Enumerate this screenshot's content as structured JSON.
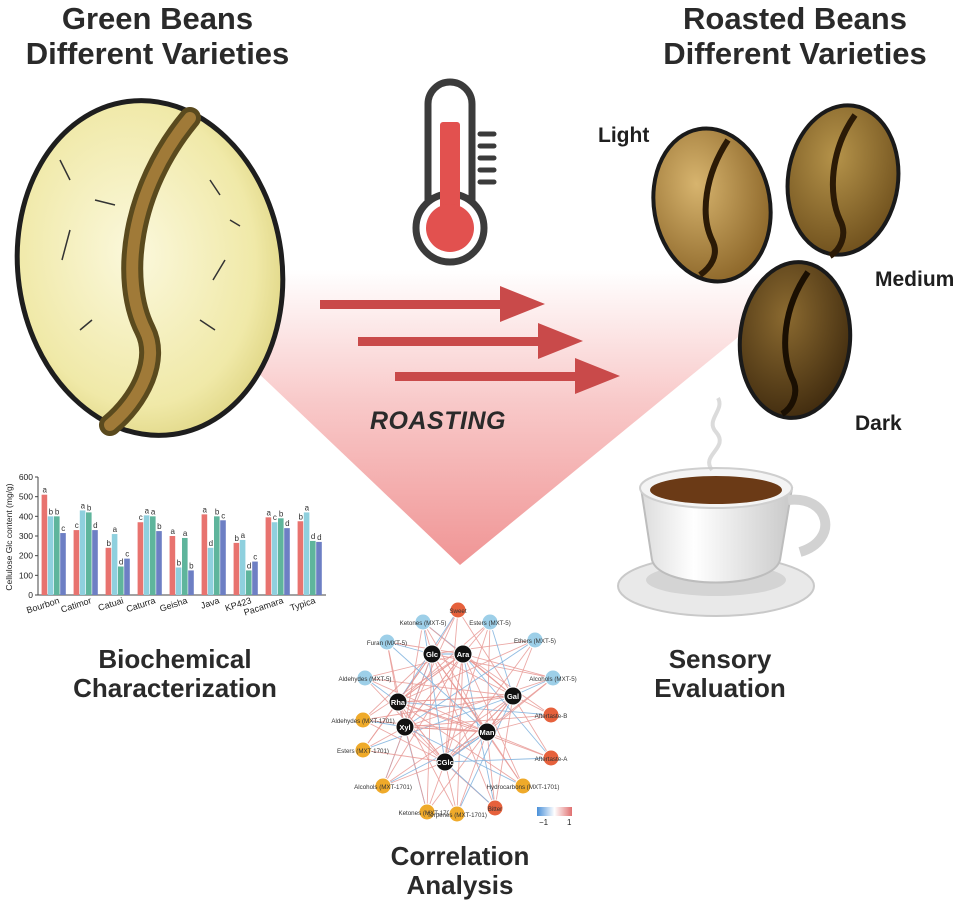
{
  "headings": {
    "green_line1": "Green Beans",
    "green_line2": "Different Varieties",
    "roasted_line1": "Roasted Beans",
    "roasted_line2": "Different Varieties",
    "roasting": "ROASTING",
    "biochem_line1": "Biochemical",
    "biochem_line2": "Characterization",
    "sensory_line1": "Sensory",
    "sensory_line2": "Evaluation",
    "correlation_line1": "Correlation",
    "correlation_line2": "Analysis"
  },
  "roast_levels": {
    "light": "Light",
    "medium": "Medium",
    "dark": "Dark"
  },
  "colors": {
    "green_bean": "#f2ecb0",
    "light_roast": "#b08a3e",
    "medium_roast": "#8f6d2c",
    "dark_roast": "#5e4218",
    "arrow": "#c94a4a",
    "thermometer": "#e2514f"
  },
  "icons": [
    "thermometer-icon",
    "coffee-cup-icon"
  ],
  "chart_data": {
    "type": "bar",
    "ylabel": "Cellulose Glc content (mg/g)",
    "ylim": [
      0,
      600
    ],
    "yticks": [
      "0",
      "100",
      "200",
      "300",
      "400",
      "500",
      "600"
    ],
    "categories": [
      "Bourbon",
      "Catimor",
      "Catuai",
      "Caturra",
      "Geisha",
      "Java",
      "KP423",
      "Pacamara",
      "Typica"
    ],
    "colors": [
      "#e8736f",
      "#8fd0de",
      "#5fb59c",
      "#6d7fc4"
    ],
    "series": [
      {
        "values": [
          510,
          330,
          240,
          370,
          300,
          410,
          265,
          395,
          375
        ]
      },
      {
        "values": [
          400,
          430,
          310,
          405,
          140,
          240,
          280,
          370,
          420
        ]
      },
      {
        "values": [
          400,
          420,
          145,
          400,
          290,
          400,
          125,
          390,
          275
        ]
      },
      {
        "values": [
          315,
          330,
          185,
          325,
          125,
          380,
          170,
          340,
          270
        ]
      }
    ],
    "letters": [
      [
        "a",
        "b",
        "b",
        "c"
      ],
      [
        "c",
        "a",
        "b",
        "d"
      ],
      [
        "b",
        "a",
        "d",
        "c"
      ],
      [
        "c",
        "a",
        "a",
        "b"
      ],
      [
        "a",
        "b",
        "a",
        "b"
      ],
      [
        "a",
        "d",
        "b",
        "c"
      ],
      [
        "b",
        "a",
        "d",
        "c"
      ],
      [
        "a",
        "c",
        "b",
        "d"
      ],
      [
        "b",
        "a",
        "d",
        "d"
      ]
    ]
  },
  "network": {
    "nodes": [
      {
        "label": "Sweet",
        "type": "sensory"
      },
      {
        "label": "Esters (MXT-5)",
        "type": "volatile5"
      },
      {
        "label": "Ketones (MXT-5)",
        "type": "volatile5"
      },
      {
        "label": "Furan (MXT-5)",
        "type": "volatile5"
      },
      {
        "label": "Ethers (MXT-5)",
        "type": "volatile5"
      },
      {
        "label": "Aldehydes (MXT-5)",
        "type": "volatile5"
      },
      {
        "label": "Alcohols (MXT-5)",
        "type": "volatile5"
      },
      {
        "label": "Glc",
        "type": "sugar"
      },
      {
        "label": "Ara",
        "type": "sugar"
      },
      {
        "label": "Gal",
        "type": "sugar"
      },
      {
        "label": "Rha",
        "type": "sugar"
      },
      {
        "label": "Xyl",
        "type": "sugar"
      },
      {
        "label": "Man",
        "type": "sugar"
      },
      {
        "label": "CGlc",
        "type": "sugar"
      },
      {
        "label": "Aldehydes (MXT-1701)",
        "type": "volatile1701"
      },
      {
        "label": "Aftertaste-B",
        "type": "sensory"
      },
      {
        "label": "Esters (MXT-1701)",
        "type": "volatile1701"
      },
      {
        "label": "Aftertaste-A",
        "type": "sensory"
      },
      {
        "label": "Alcohols (MXT-1701)",
        "type": "volatile1701"
      },
      {
        "label": "Hydrocarbons (MXT-1701)",
        "type": "volatile1701"
      },
      {
        "label": "Ketones (MXT-1701)",
        "type": "volatile1701"
      },
      {
        "label": "Terpenes (MXT-1701)",
        "type": "volatile1701"
      },
      {
        "label": "Bitter",
        "type": "sensory"
      }
    ],
    "legend": {
      "min": "−1",
      "max": "1"
    }
  }
}
